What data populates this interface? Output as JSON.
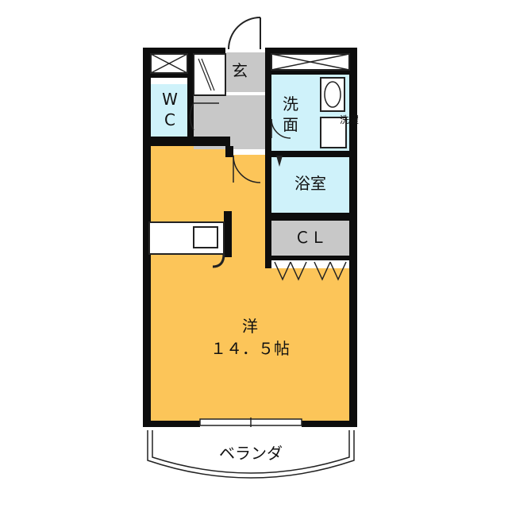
{
  "rooms": {
    "entrance": "玄",
    "wc_line1": "W",
    "wc_line2": "C",
    "washroom_line1": "洗",
    "washroom_line2": "面",
    "washer": "洗濯",
    "bath": "浴室",
    "closet": "ＣＬ",
    "western_name": "洋",
    "western_size": "１４．５帖",
    "balcony": "ベランダ"
  },
  "colors": {
    "western_room": "#fcc559",
    "water_area": "#cff2fa",
    "service_gray": "#c8c8c8",
    "wall": "#0d0d0d",
    "background": "#ffffff"
  }
}
